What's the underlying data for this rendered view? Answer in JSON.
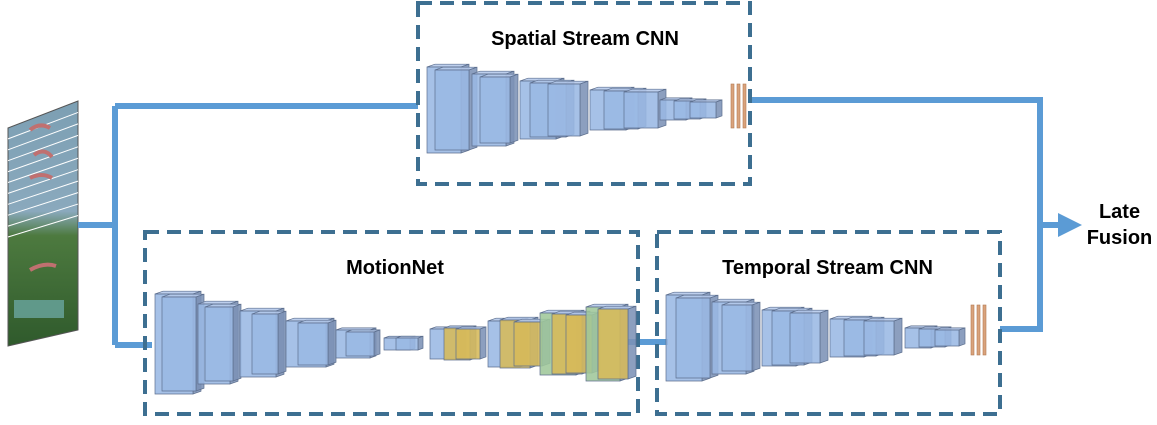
{
  "modules": {
    "spatial": {
      "title": "Spatial Stream CNN"
    },
    "motion": {
      "title": "MotionNet"
    },
    "temporal": {
      "title": "Temporal Stream CNN"
    }
  },
  "output": {
    "line1": "Late",
    "line2": "Fusion"
  },
  "colors": {
    "arrow": "#5b9bd5",
    "box_border": "#3d6f91",
    "block_front": "#9ab8e4",
    "block_side": "#7c92b6",
    "block_top": "#b4c8ea",
    "yellow_block": "#d6b95a",
    "fc_layer": "#d9a37c"
  },
  "input": {
    "icon": "video-frames-stack-icon",
    "frame_count": 10
  }
}
